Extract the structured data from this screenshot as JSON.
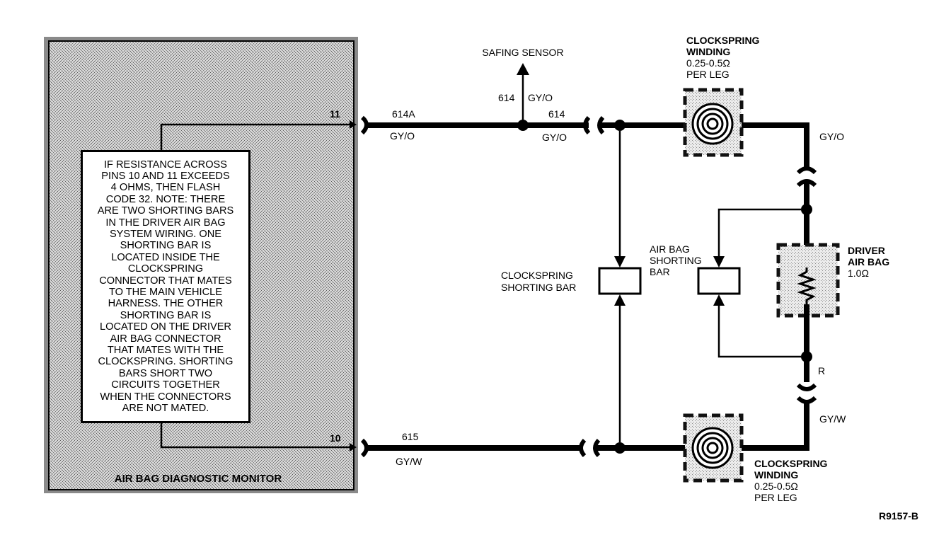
{
  "module": {
    "name": "AIR BAG DIAGNOSTIC MONITOR",
    "pin_top": "11",
    "pin_bottom": "10",
    "note": "IF RESISTANCE ACROSS\nPINS 10 AND 11 EXCEEDS\n4 OHMS, THEN FLASH\nCODE 32. NOTE: THERE\nARE TWO SHORTING BARS\nIN THE DRIVER AIR BAG\nSYSTEM WIRING. ONE\nSHORTING BAR IS\nLOCATED INSIDE THE\nCLOCKSPRING\nCONNECTOR THAT MATES\nTO THE MAIN VEHICLE\nHARNESS. THE OTHER\nSHORTING BAR IS\nLOCATED ON THE DRIVER\nAIR BAG CONNECTOR\nTHAT MATES WITH THE\nCLOCKSPRING. SHORTING\nBARS SHORT TWO\nCIRCUITS TOGETHER\nWHEN THE CONNECTORS\nARE NOT MATED."
  },
  "wires": {
    "top_left_circuit": "614A",
    "top_left_color": "GY/O",
    "safing_circuit": "614",
    "safing_color": "GY/O",
    "top_mid_circuit": "614",
    "top_mid_color": "GY/O",
    "right_top_color": "GY/O",
    "bottom_left_circuit": "615",
    "bottom_left_color": "GY/W",
    "airbag_return_color": "R",
    "right_bottom_color": "GY/W"
  },
  "components": {
    "safing_sensor": "SAFING SENSOR",
    "clockspring_top": {
      "line1": "CLOCKSPRING",
      "line2": "WINDING",
      "line3": "0.25-0.5Ω",
      "line4": "PER LEG"
    },
    "clockspring_bottom": {
      "line1": "CLOCKSPRING",
      "line2": "WINDING",
      "line3": "0.25-0.5Ω",
      "line4": "PER LEG"
    },
    "clockspring_shorting_bar": {
      "line1": "CLOCKSPRING",
      "line2": "SHORTING BAR"
    },
    "airbag_shorting_bar": {
      "line1": "AIR BAG",
      "line2": "SHORTING",
      "line3": "BAR"
    },
    "driver_airbag": {
      "line1": "DRIVER",
      "line2": "AIR BAG",
      "line3": "1.0Ω"
    }
  },
  "figure_id": "R9157-B"
}
